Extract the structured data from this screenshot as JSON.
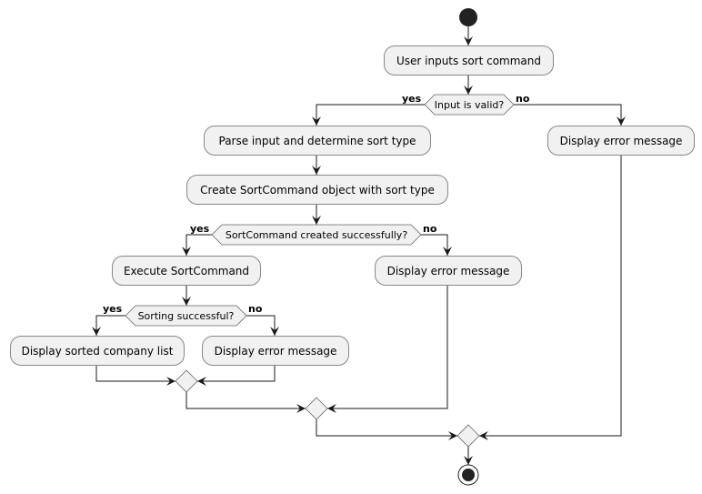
{
  "activities": {
    "user_inputs": "User inputs sort command",
    "parse_input": "Parse input and determine sort type",
    "display_error_1": "Display error message",
    "create_command": "Create SortCommand object with sort type",
    "execute_command": "Execute SortCommand",
    "display_error_2": "Display error message",
    "display_sorted": "Display sorted company list",
    "display_error_3": "Display error message"
  },
  "decisions": {
    "input_valid": {
      "label": "Input is valid?",
      "yes": "yes",
      "no": "no"
    },
    "command_created": {
      "label": "SortCommand created successfully?",
      "yes": "yes",
      "no": "no"
    },
    "sorting_successful": {
      "label": "Sorting successful?",
      "yes": "yes",
      "no": "no"
    }
  }
}
